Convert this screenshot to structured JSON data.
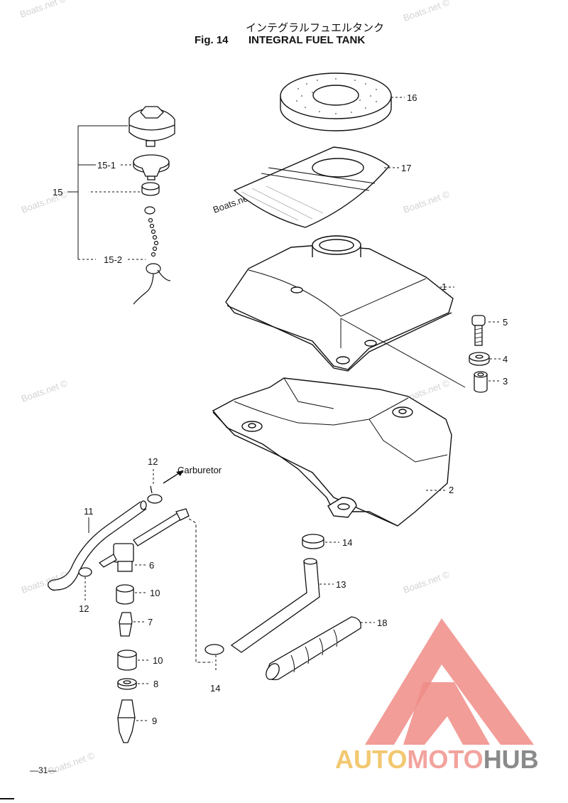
{
  "header": {
    "title_jp": "インテグラルフュエルタンク",
    "fig_number": "Fig. 14",
    "title_en": "INTEGRAL FUEL TANK"
  },
  "callouts": [
    "1",
    "2",
    "3",
    "4",
    "5",
    "6",
    "7",
    "8",
    "9",
    "10",
    "10",
    "11",
    "12",
    "12",
    "13",
    "14",
    "14",
    "15",
    "15-1",
    "15-2",
    "16",
    "17",
    "18"
  ],
  "labels": {
    "carburetor": "Carburetor",
    "page_number": "—31—"
  },
  "watermark": {
    "text": "Boats.net ©",
    "text_dark": "Boats.net ©"
  },
  "logo": {
    "part1": "AUTO",
    "part2": "MOTO",
    "part3": "HUB",
    "colors": {
      "part1": "#f2c870",
      "part2": "#f2a39d",
      "part3": "#8a8a8a",
      "triangle": "#f08c86"
    }
  },
  "colors": {
    "line": "#111111",
    "watermark": "#d2d2d2"
  }
}
